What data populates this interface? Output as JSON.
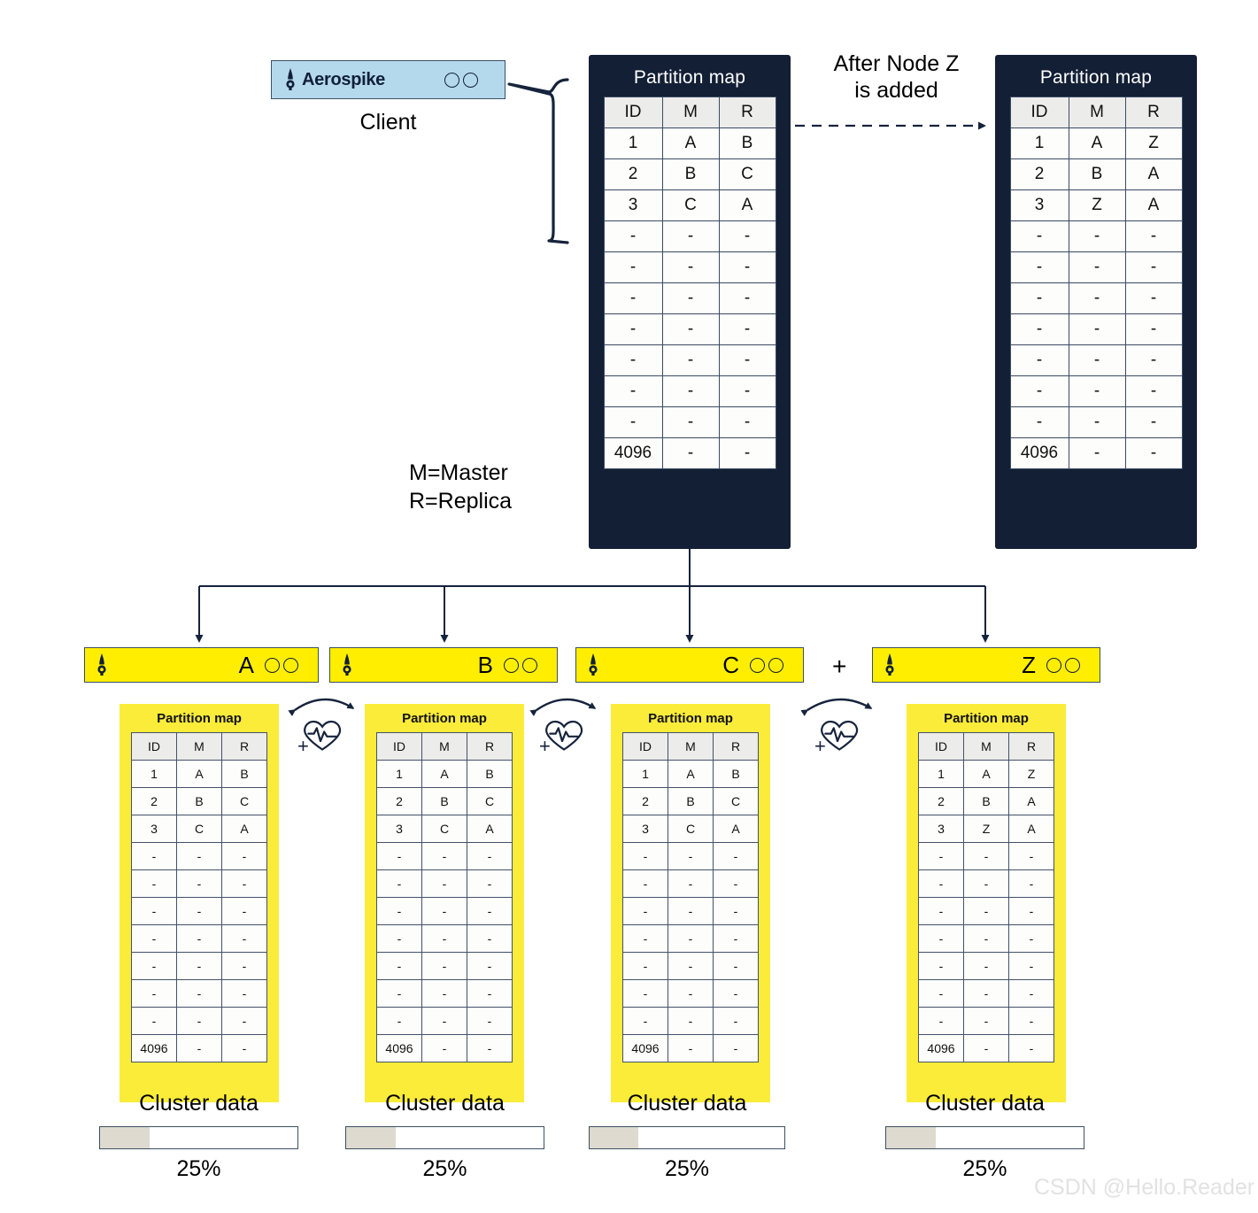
{
  "client": {
    "logo_text": "Aerospike",
    "logo_icon": "aerospike-spike-icon",
    "rings_icon": "two-rings-icon",
    "label": "Client"
  },
  "legend": {
    "master": "M=Master",
    "replica": "R=Replica"
  },
  "transition": {
    "label_line1": "After Node Z",
    "label_line2": "is added",
    "arrow_icon": "dashed-arrow-right-icon"
  },
  "partition_map": {
    "title": "Partition map",
    "columns": [
      "ID",
      "M",
      "R"
    ],
    "before": [
      [
        "1",
        "A",
        "B"
      ],
      [
        "2",
        "B",
        "C"
      ],
      [
        "3",
        "C",
        "A"
      ],
      [
        "-",
        "-",
        "-"
      ],
      [
        "-",
        "-",
        "-"
      ],
      [
        "-",
        "-",
        "-"
      ],
      [
        "-",
        "-",
        "-"
      ],
      [
        "-",
        "-",
        "-"
      ],
      [
        "-",
        "-",
        "-"
      ],
      [
        "-",
        "-",
        "-"
      ],
      [
        "4096",
        "-",
        "-"
      ]
    ],
    "after": [
      [
        "1",
        "A",
        "Z"
      ],
      [
        "2",
        "B",
        "A"
      ],
      [
        "3",
        "Z",
        "A"
      ],
      [
        "-",
        "-",
        "-"
      ],
      [
        "-",
        "-",
        "-"
      ],
      [
        "-",
        "-",
        "-"
      ],
      [
        "-",
        "-",
        "-"
      ],
      [
        "-",
        "-",
        "-"
      ],
      [
        "-",
        "-",
        "-"
      ],
      [
        "-",
        "-",
        "-"
      ],
      [
        "4096",
        "-",
        "-"
      ]
    ]
  },
  "nodes": [
    {
      "id": "A",
      "letter": "A",
      "logo_icon": "aerospike-spike-icon",
      "rings_icon": "two-rings-icon",
      "map_title": "Partition map",
      "columns": [
        "ID",
        "M",
        "R"
      ],
      "rows": [
        [
          "1",
          "A",
          "B"
        ],
        [
          "2",
          "B",
          "C"
        ],
        [
          "3",
          "C",
          "A"
        ],
        [
          "-",
          "-",
          "-"
        ],
        [
          "-",
          "-",
          "-"
        ],
        [
          "-",
          "-",
          "-"
        ],
        [
          "-",
          "-",
          "-"
        ],
        [
          "-",
          "-",
          "-"
        ],
        [
          "-",
          "-",
          "-"
        ],
        [
          "-",
          "-",
          "-"
        ],
        [
          "4096",
          "-",
          "-"
        ]
      ],
      "cluster_label": "Cluster data",
      "percent_label": "25%",
      "percent_value": 25
    },
    {
      "id": "B",
      "letter": "B",
      "logo_icon": "aerospike-spike-icon",
      "rings_icon": "two-rings-icon",
      "map_title": "Partition map",
      "columns": [
        "ID",
        "M",
        "R"
      ],
      "rows": [
        [
          "1",
          "A",
          "B"
        ],
        [
          "2",
          "B",
          "C"
        ],
        [
          "3",
          "C",
          "A"
        ],
        [
          "-",
          "-",
          "-"
        ],
        [
          "-",
          "-",
          "-"
        ],
        [
          "-",
          "-",
          "-"
        ],
        [
          "-",
          "-",
          "-"
        ],
        [
          "-",
          "-",
          "-"
        ],
        [
          "-",
          "-",
          "-"
        ],
        [
          "-",
          "-",
          "-"
        ],
        [
          "4096",
          "-",
          "-"
        ]
      ],
      "cluster_label": "Cluster data",
      "percent_label": "25%",
      "percent_value": 25
    },
    {
      "id": "C",
      "letter": "C",
      "logo_icon": "aerospike-spike-icon",
      "rings_icon": "two-rings-icon",
      "map_title": "Partition map",
      "columns": [
        "ID",
        "M",
        "R"
      ],
      "rows": [
        [
          "1",
          "A",
          "B"
        ],
        [
          "2",
          "B",
          "C"
        ],
        [
          "3",
          "C",
          "A"
        ],
        [
          "-",
          "-",
          "-"
        ],
        [
          "-",
          "-",
          "-"
        ],
        [
          "-",
          "-",
          "-"
        ],
        [
          "-",
          "-",
          "-"
        ],
        [
          "-",
          "-",
          "-"
        ],
        [
          "-",
          "-",
          "-"
        ],
        [
          "-",
          "-",
          "-"
        ],
        [
          "4096",
          "-",
          "-"
        ]
      ],
      "cluster_label": "Cluster data",
      "percent_label": "25%",
      "percent_value": 25
    },
    {
      "id": "Z",
      "letter": "Z",
      "logo_icon": "aerospike-spike-icon",
      "rings_icon": "two-rings-icon",
      "map_title": "Partition map",
      "columns": [
        "ID",
        "M",
        "R"
      ],
      "rows": [
        [
          "1",
          "A",
          "Z"
        ],
        [
          "2",
          "B",
          "A"
        ],
        [
          "3",
          "Z",
          "A"
        ],
        [
          "-",
          "-",
          "-"
        ],
        [
          "-",
          "-",
          "-"
        ],
        [
          "-",
          "-",
          "-"
        ],
        [
          "-",
          "-",
          "-"
        ],
        [
          "-",
          "-",
          "-"
        ],
        [
          "-",
          "-",
          "-"
        ],
        [
          "-",
          "-",
          "-"
        ],
        [
          "4096",
          "-",
          "-"
        ]
      ],
      "cluster_label": "Cluster data",
      "percent_label": "25%",
      "percent_value": 25
    }
  ],
  "heartbeats": [
    {
      "plus": "+",
      "icon": "heartbeat-icon"
    },
    {
      "plus": "+",
      "icon": "heartbeat-icon"
    },
    {
      "plus": "+",
      "icon": "heartbeat-icon"
    }
  ],
  "plus_between_c_and_z": "+",
  "watermark": "CSDN @Hello.Reader",
  "colors": {
    "client_bar": "#b4d9ec",
    "panel_dark": "#131f35",
    "node_yellow": "#ffee00",
    "node_box_yellow": "#fbec3a",
    "bar_fill": "#dedacf",
    "stroke": "#3c5063"
  }
}
